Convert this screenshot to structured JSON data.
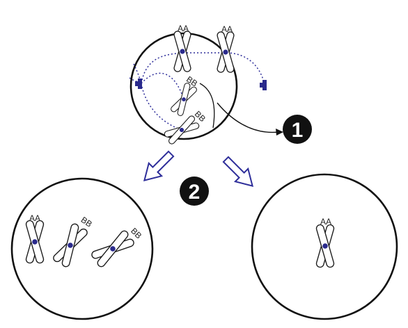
{
  "markers": {
    "one": "1",
    "two": "2"
  },
  "genes": {
    "parent_a1": "AA",
    "parent_a2": "AA",
    "parent_b1": "BB",
    "parent_b2": "BB",
    "left_a": "AA",
    "left_b1": "BB",
    "left_b2": "BB",
    "right_a": "AA"
  },
  "colors": {
    "centromere": "#2a2a8c",
    "spindle": "#2e2e9a",
    "outline": "#111111"
  }
}
